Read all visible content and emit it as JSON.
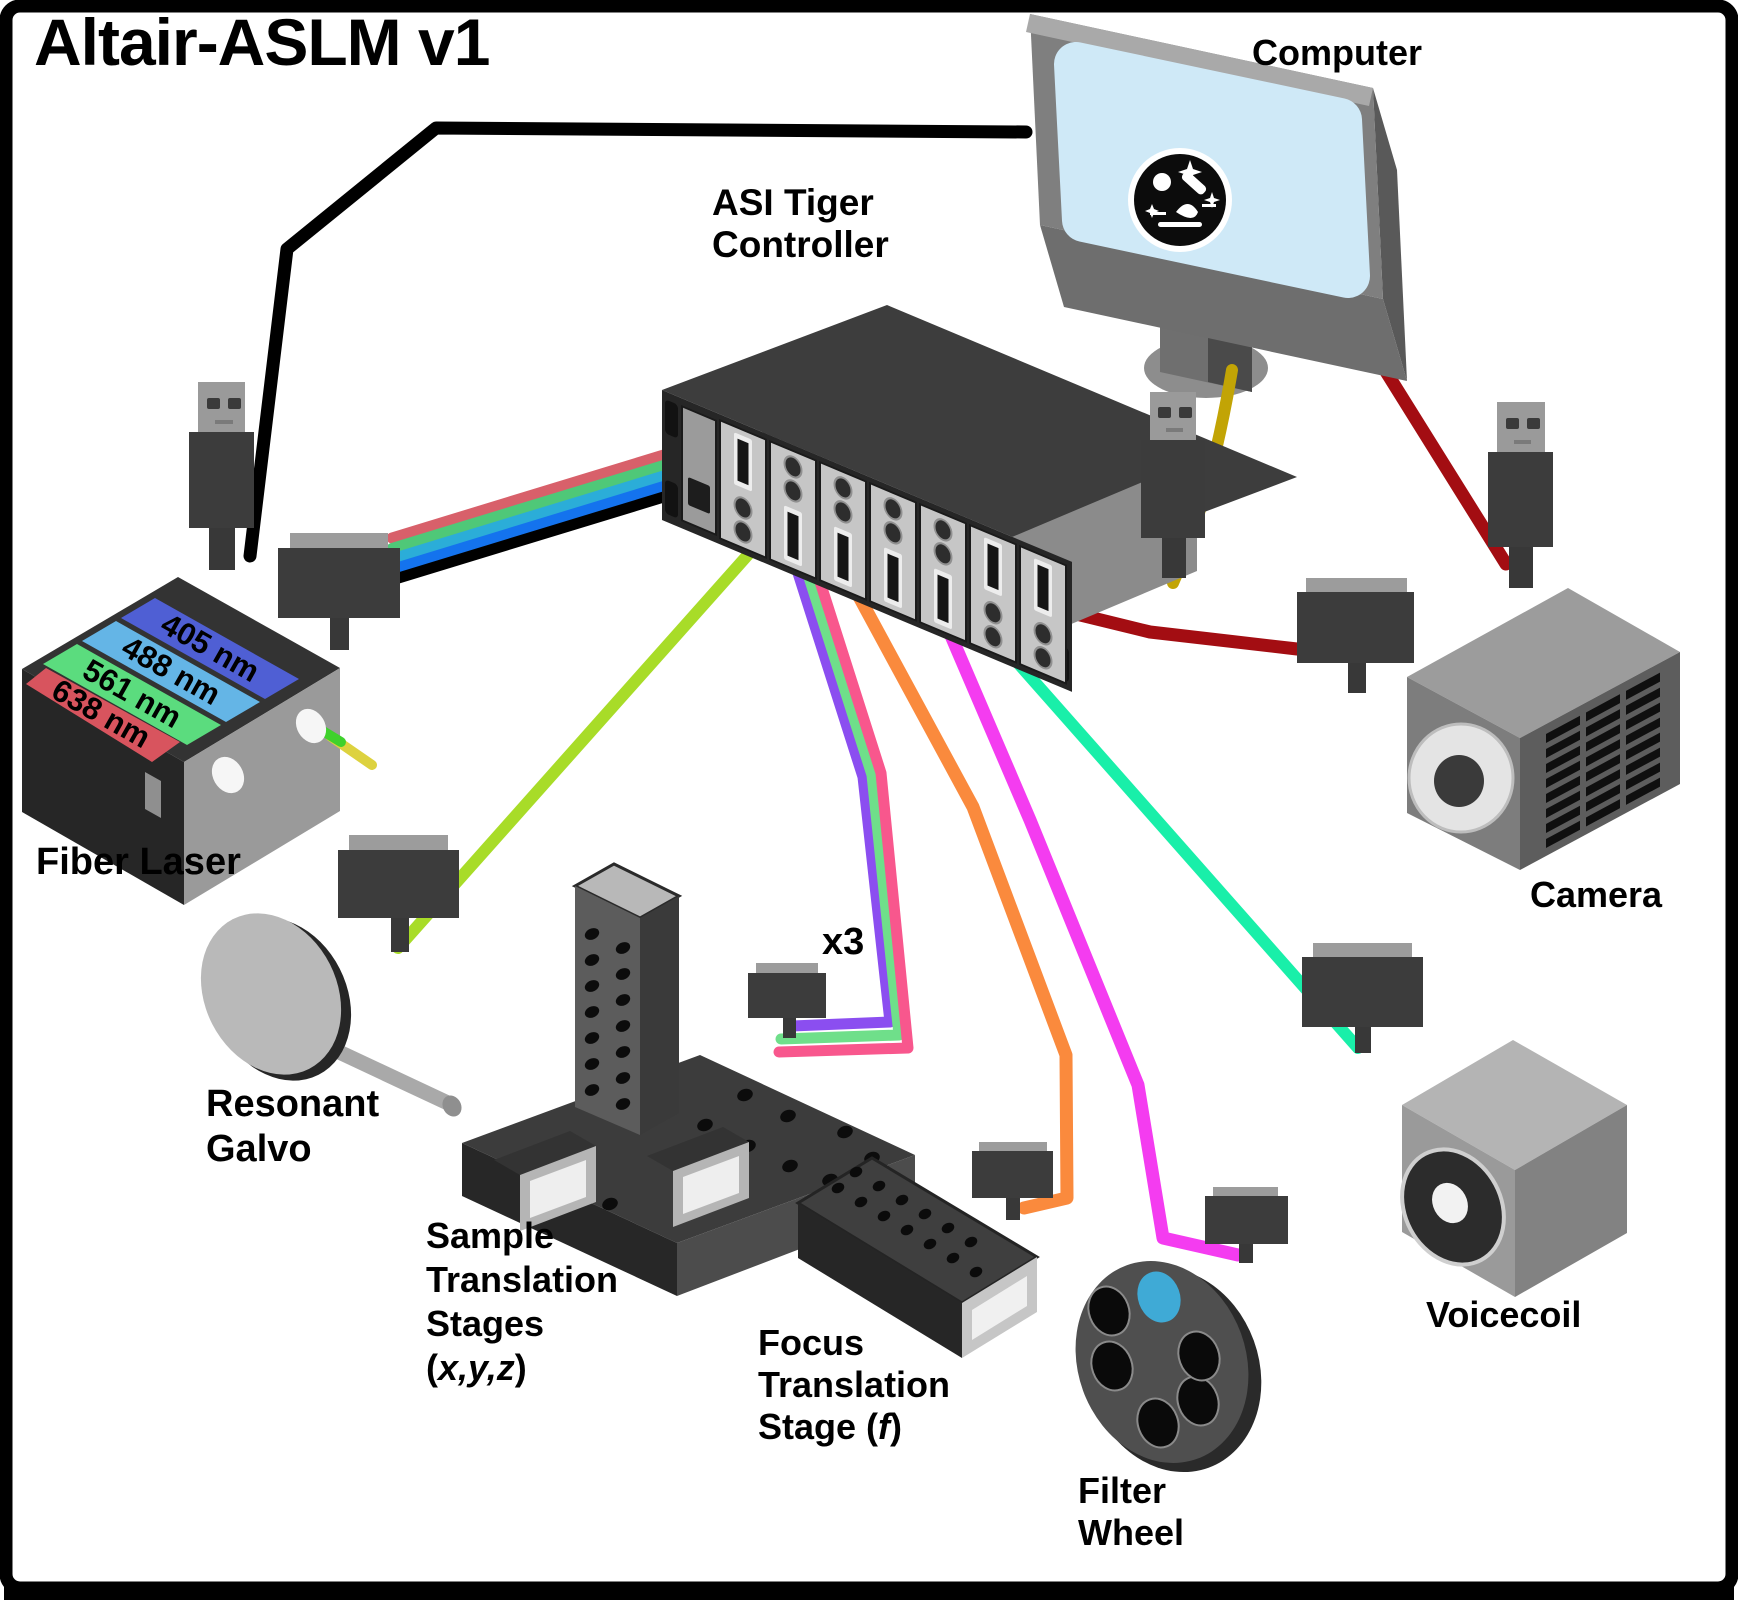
{
  "title": "Altair-ASLM v1",
  "computer": {
    "label": "Computer",
    "logo_icon": "microscope-stars-logo",
    "screen_color": "#cfe9f7"
  },
  "controller": {
    "label_line1": "ASI Tiger",
    "label_line2": "Controller"
  },
  "laser": {
    "label": "Fiber Laser",
    "channels": [
      {
        "label": "405 nm",
        "color": "#4f5fd4"
      },
      {
        "label": "488 nm",
        "color": "#64b5e6"
      },
      {
        "label": "561 nm",
        "color": "#5bdc7e"
      },
      {
        "label": "638 nm",
        "color": "#d8545e"
      }
    ],
    "fiber_green": "#3fd12c",
    "fiber_yellow": "#ddd23f"
  },
  "galvo": {
    "label_line1": "Resonant",
    "label_line2": "Galvo"
  },
  "sample_stages": {
    "label_line1": "Sample",
    "label_line2": "Translation",
    "label_line3": "Stages",
    "axes_open": "(",
    "axes": "x,y,z",
    "axes_close": ")"
  },
  "focus_stage": {
    "label_line1": "Focus",
    "label_line2": "Translation",
    "stage_prefix": "Stage (",
    "stage_axis": "f",
    "stage_suffix": ")"
  },
  "filter_wheel": {
    "label_line1": "Filter",
    "label_line2": "Wheel",
    "filter_color": "#3faad6"
  },
  "voicecoil": {
    "label": "Voicecoil"
  },
  "camera": {
    "label": "Camera"
  },
  "multiplier_label": "x3",
  "cables": {
    "usb": "#000000",
    "ribbon": [
      "#d8606a",
      "#4fc878",
      "#2badd8",
      "#1473ee",
      "#000000"
    ],
    "galvo": "#a8dc28",
    "stage_bundle": [
      "#8b4ef0",
      "#6fdf8a",
      "#f8578d"
    ],
    "focus": "#fa8a3d",
    "filter_wheel": "#f43cf0",
    "voicecoil": "#19efa9",
    "camera": "#a30d12",
    "monitor_power": "#c2a405"
  }
}
